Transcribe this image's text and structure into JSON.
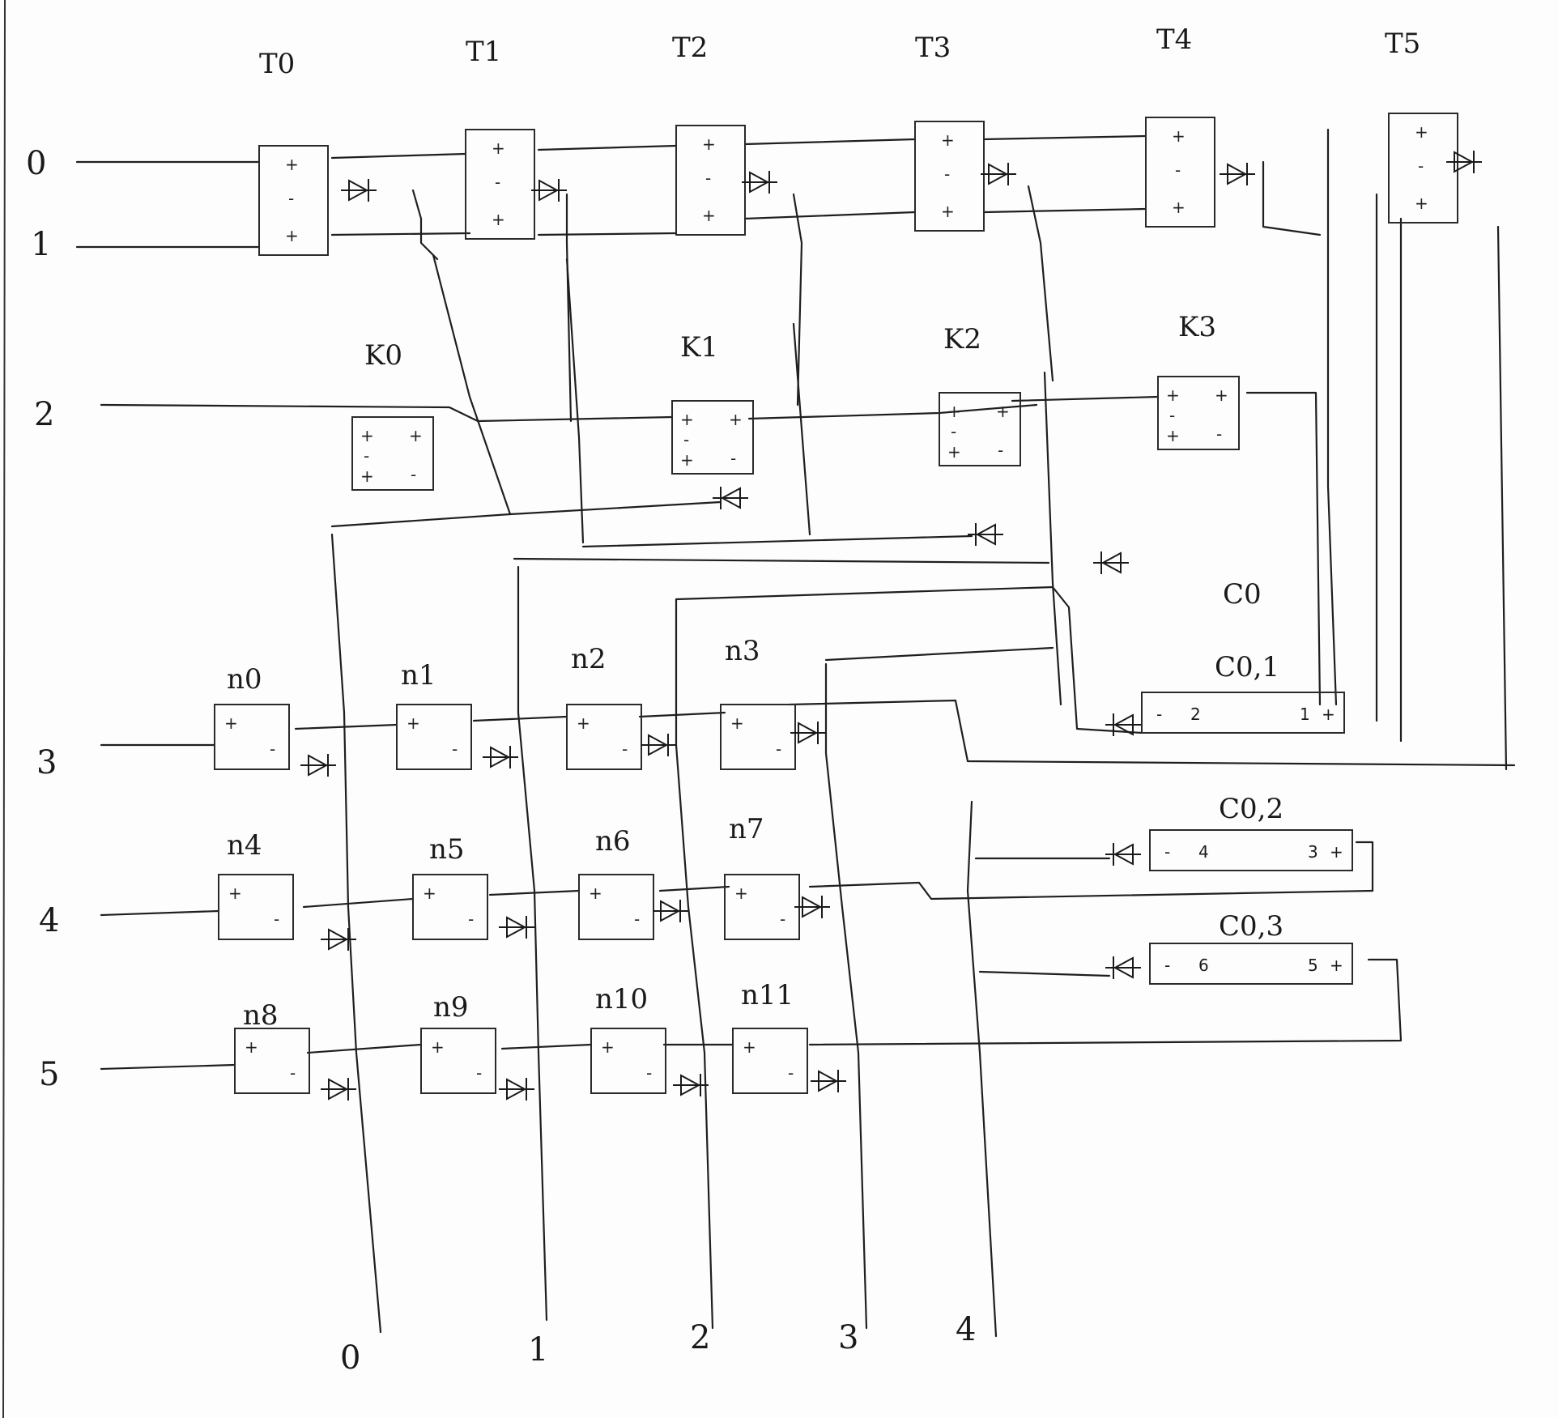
{
  "rows": [
    "0",
    "1",
    "2",
    "3",
    "4",
    "5"
  ],
  "bottom_labels": [
    "0",
    "1",
    "2",
    "3",
    "4"
  ],
  "t_gates": [
    {
      "label": "T0",
      "signs": [
        "+",
        "-",
        "+"
      ]
    },
    {
      "label": "T1",
      "signs": [
        "+",
        "-",
        "+"
      ]
    },
    {
      "label": "T2",
      "signs": [
        "+",
        "-",
        "+"
      ]
    },
    {
      "label": "T3",
      "signs": [
        "+",
        "-",
        "+"
      ]
    },
    {
      "label": "T4",
      "signs": [
        "+",
        "-",
        "+"
      ]
    },
    {
      "label": "T5",
      "signs": [
        "+",
        "-",
        "+"
      ]
    }
  ],
  "k_gates": [
    {
      "label": "K0",
      "signs": [
        "+",
        "+",
        "-",
        "+",
        "-"
      ]
    },
    {
      "label": "K1",
      "signs": [
        "+",
        "+",
        "-",
        "+",
        "-"
      ]
    },
    {
      "label": "K2",
      "signs": [
        "+",
        "+",
        "-",
        "+",
        "-"
      ]
    },
    {
      "label": "K3",
      "signs": [
        "+",
        "+",
        "-",
        "+",
        "-"
      ]
    }
  ],
  "n_gates": [
    {
      "label": "n0"
    },
    {
      "label": "n1"
    },
    {
      "label": "n2"
    },
    {
      "label": "n3"
    },
    {
      "label": "n4"
    },
    {
      "label": "n5"
    },
    {
      "label": "n6"
    },
    {
      "label": "n7"
    },
    {
      "label": "n8"
    },
    {
      "label": "n9"
    },
    {
      "label": "n10"
    },
    {
      "label": "n11"
    }
  ],
  "c_label": "C0",
  "clause_parts": [
    {
      "label": "C0,1",
      "left_sign": "-",
      "left_num": "2",
      "right_num": "1",
      "right_sign": "+"
    },
    {
      "label": "C0,2",
      "left_sign": "-",
      "left_num": "4",
      "right_num": "3",
      "right_sign": "+"
    },
    {
      "label": "C0,3",
      "left_sign": "-",
      "left_num": "6",
      "right_num": "5",
      "right_sign": "+"
    }
  ],
  "gate_signs": {
    "plus": "+",
    "minus": "-"
  }
}
